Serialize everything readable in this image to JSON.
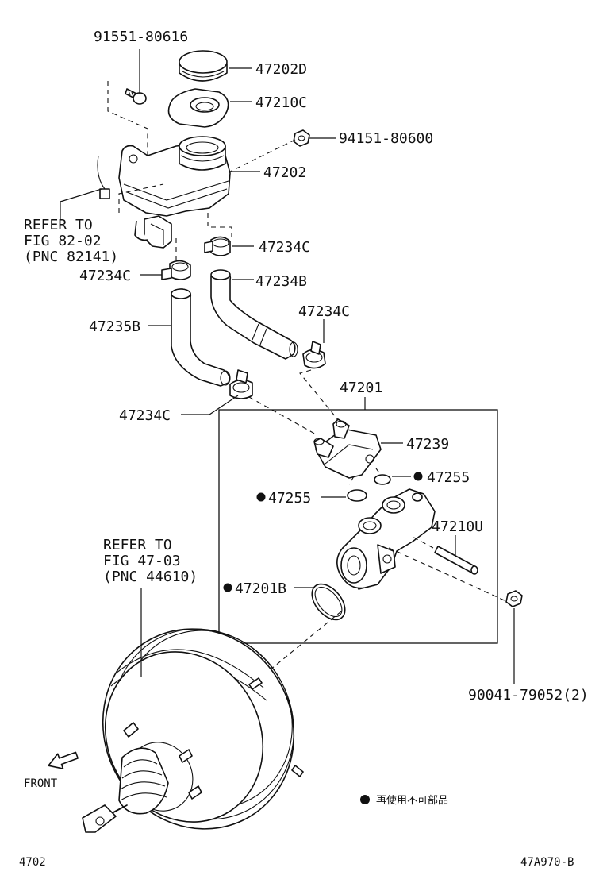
{
  "labels": {
    "p91551": "91551-80616",
    "p47202D": "47202D",
    "p47210C": "47210C",
    "p94151": "94151-80600",
    "p47202": "47202",
    "ref1_line1": "REFER TO",
    "ref1_line2": "FIG 82-02",
    "ref1_line3": "(PNC 82141)",
    "p47234C_a": "47234C",
    "p47234C_b": "47234C",
    "p47234B": "47234B",
    "p47234C_c": "47234C",
    "p47235B": "47235B",
    "p47201": "47201",
    "p47234C_d": "47234C",
    "p47239": "47239",
    "p47255_a": "47255",
    "p47255_b": "47255",
    "p47210U": "47210U",
    "p47201B": "47201B",
    "ref2_line1": "REFER TO",
    "ref2_line2": "FIG 47-03",
    "ref2_line3": "(PNC 44610)",
    "p90041": "90041-79052(2)",
    "front": "FRONT",
    "legend_text": "再使用不可部品",
    "page_id": "4702",
    "figure_id": "47A970-B"
  }
}
